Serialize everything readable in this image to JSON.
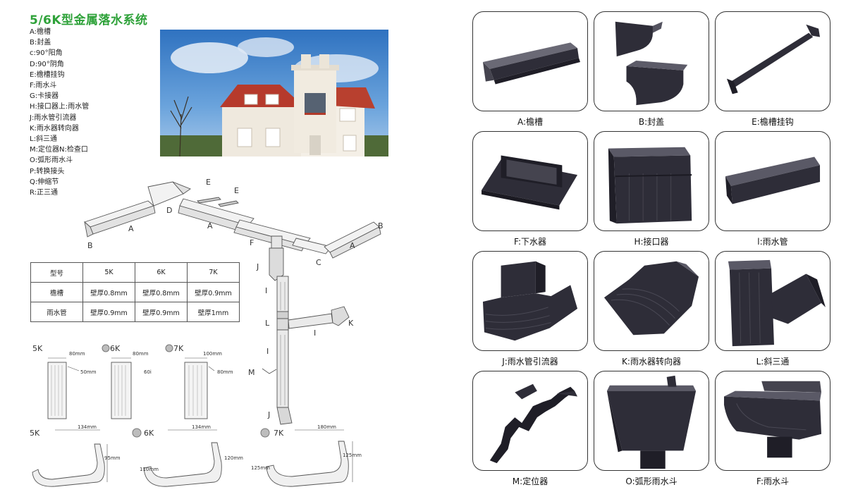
{
  "title": "5/6K型金属落水系统",
  "legend": [
    "A:檐槽",
    "B:封盖",
    "c:90°阳角",
    "D:90°阴角",
    "E:檐槽挂钩",
    "F:雨水斗",
    "G:卡接器",
    "H:接口器上:雨水管",
    "J:雨水管引流器",
    "K:雨水器转向器",
    "L:斜三通",
    "M:定位器N:检查口",
    "O:弧形雨水斗",
    "P:转换接头",
    "Q:伸缩节",
    "R:正三通"
  ],
  "diagram_labels": [
    "B",
    "A",
    "D",
    "E",
    "E",
    "A",
    "F",
    "C",
    "A",
    "B",
    "J",
    "I",
    "L",
    "I",
    "K",
    "I",
    "M",
    "J"
  ],
  "spec_table": {
    "header": [
      "型号",
      "5K",
      "6K",
      "7K"
    ],
    "rows": [
      [
        "檐槽",
        "壁厚0.8mm",
        "壁厚0.8mm",
        "壁厚0.9mm"
      ],
      [
        "雨水管",
        "壁厚0.9mm",
        "壁厚0.9mm",
        "壁厚1mm"
      ]
    ]
  },
  "pipes": [
    {
      "label": "5K",
      "w": "80mm",
      "d": "50mm"
    },
    {
      "label": "6K",
      "w": "80mm",
      "d": "60i"
    },
    {
      "label": "7K",
      "w": "100mm",
      "d": "80mm"
    }
  ],
  "gutters": [
    {
      "label": "5K",
      "w": "134mm",
      "h_right": "95mm",
      "h_left": ""
    },
    {
      "label": "6K",
      "w": "134mm",
      "h_right": "120mm",
      "h_left": "110mm"
    },
    {
      "label": "7K",
      "w": "180mm",
      "h_right": "125mm",
      "h_left": "125mm"
    }
  ],
  "products": [
    {
      "caption": "A:檐槽",
      "icon": "gutter-icon"
    },
    {
      "caption": "B:封盖",
      "icon": "end-cap-icon"
    },
    {
      "caption": "E:檐槽挂钩",
      "icon": "gutter-hook-icon"
    },
    {
      "caption": "F:下水器",
      "icon": "outlet-icon"
    },
    {
      "caption": "H:接口器",
      "icon": "connector-icon"
    },
    {
      "caption": "l:雨水管",
      "icon": "downpipe-icon"
    },
    {
      "caption": "J:雨水管引流器",
      "icon": "elbow-icon"
    },
    {
      "caption": "K:雨水器转向器",
      "icon": "offset-elbow-icon"
    },
    {
      "caption": "L:斜三通",
      "icon": "branch-tee-icon"
    },
    {
      "caption": "M:定位器",
      "icon": "bracket-icon"
    },
    {
      "caption": "O:弧形雨水斗",
      "icon": "hopper-icon"
    },
    {
      "caption": "F:雨水斗",
      "icon": "gutter-outlet-icon"
    }
  ],
  "colors": {
    "title_green": "#2fa23a",
    "product": "#2e2d38",
    "product_light": "#5a5966"
  }
}
